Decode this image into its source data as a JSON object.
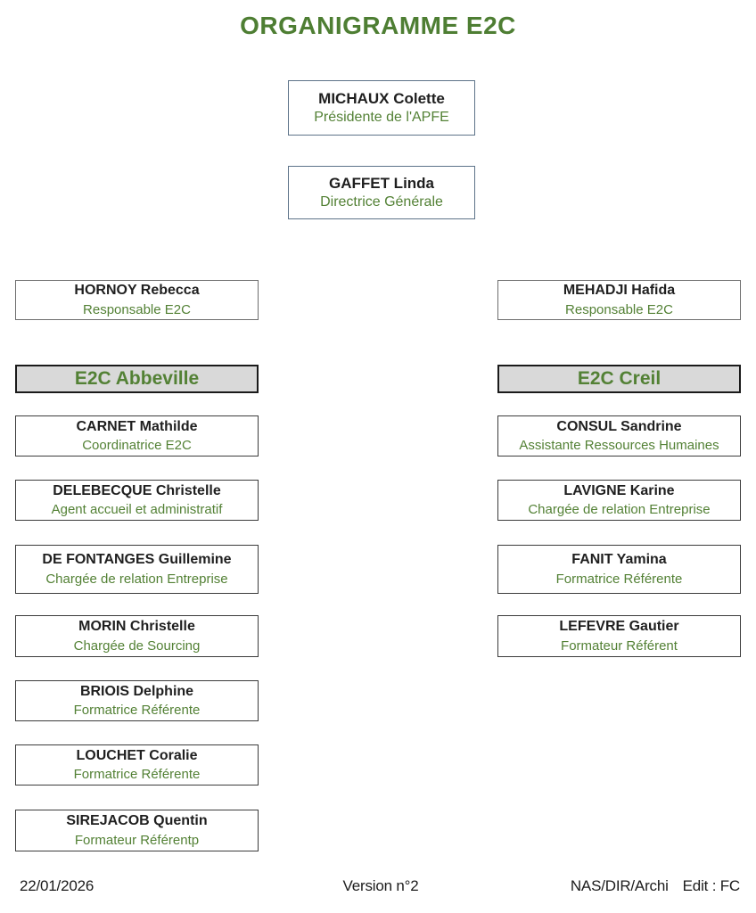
{
  "title": "ORGANIGRAMME E2C",
  "colors": {
    "accent-green": "#538135",
    "title-green": "#4e7e33",
    "direction-border": "#5d7389",
    "responsable-border": "#6e6e6e",
    "staff-border": "#3b3b3b",
    "site-border": "#1a1a1a",
    "site-bg": "#d9d9d9",
    "text-dark": "#1f1f1f"
  },
  "direction": [
    {
      "name": "MICHAUX Colette",
      "role": "Présidente de l'APFE"
    },
    {
      "name": "GAFFET Linda",
      "role": "Directrice Générale"
    }
  ],
  "columns": [
    {
      "responsable": {
        "name": "HORNOY Rebecca",
        "role": "Responsable E2C"
      },
      "site": "E2C Abbeville",
      "staff": [
        {
          "name": "CARNET Mathilde",
          "role": "Coordinatrice E2C"
        },
        {
          "name": "DELEBECQUE Christelle",
          "role": "Agent accueil et administratif"
        },
        {
          "name": "DE FONTANGES Guillemine",
          "role": "Chargée de relation Entreprise"
        },
        {
          "name": "MORIN Christelle",
          "role": "Chargée de Sourcing"
        },
        {
          "name": "BRIOIS Delphine",
          "role": "Formatrice Référente"
        },
        {
          "name": "LOUCHET Coralie",
          "role": "Formatrice Référente"
        },
        {
          "name": "SIREJACOB Quentin",
          "role": "Formateur Référentp"
        }
      ]
    },
    {
      "responsable": {
        "name": "MEHADJI Hafida",
        "role": "Responsable E2C"
      },
      "site": "E2C Creil",
      "staff": [
        {
          "name": "CONSUL Sandrine",
          "role": "Assistante Ressources Humaines"
        },
        {
          "name": "LAVIGNE Karine",
          "role": "Chargée de relation Entreprise"
        },
        {
          "name": "FANIT Yamina",
          "role": "Formatrice Référente"
        },
        {
          "name": "LEFEVRE Gautier",
          "role": "Formateur Référent"
        }
      ]
    }
  ],
  "footer": {
    "date": "22/01/2026",
    "version": "Version n°2",
    "archive": "NAS/DIR/Archi",
    "edit": "Edit : FC"
  }
}
